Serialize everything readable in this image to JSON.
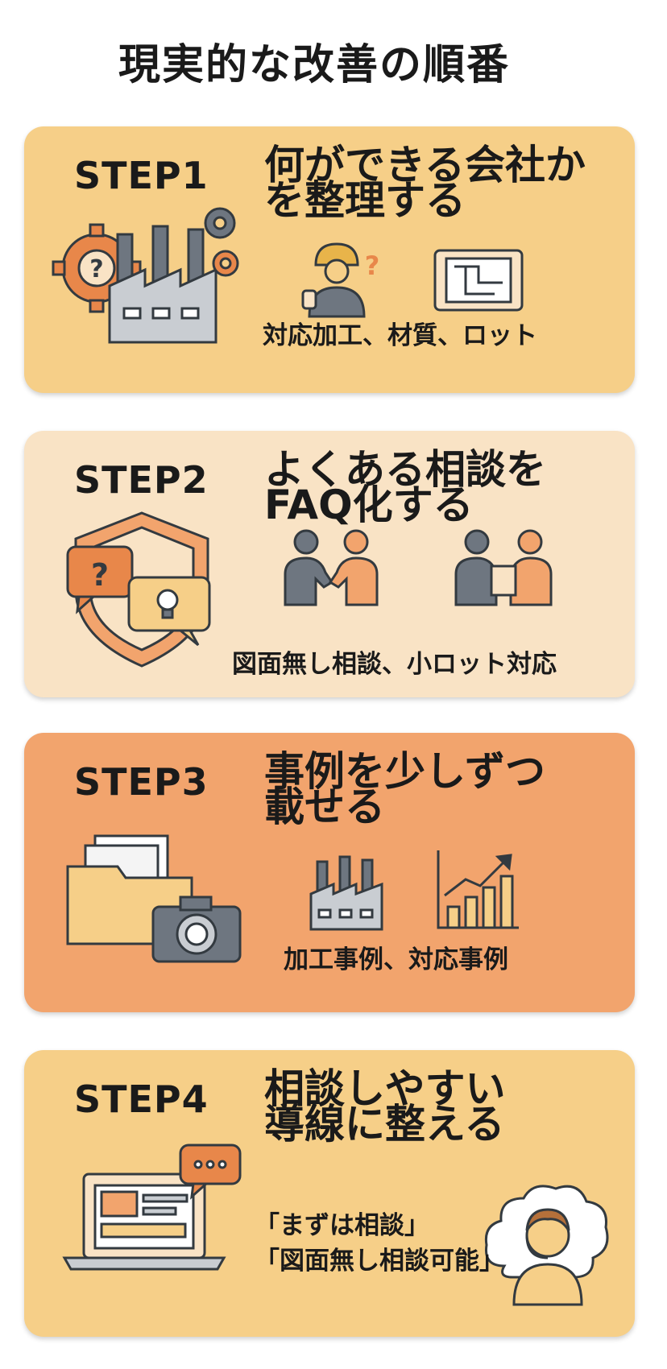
{
  "page_title": "現実的な改善の順番",
  "steps": [
    {
      "label": "STEP1",
      "title_line1": "何ができる会社か",
      "title_line2": "を整理する",
      "caption": "対応加工、材質、ロット",
      "icons": [
        "factory-gears-icon",
        "worker-question-icon",
        "blueprint-icon"
      ]
    },
    {
      "label": "STEP2",
      "title_line1": "よくある相談を",
      "title_line2": "FAQ化する",
      "caption": "図面無し相談、小ロット対応",
      "icons": [
        "shield-speech-icon",
        "handshake-icon",
        "document-handover-icon"
      ]
    },
    {
      "label": "STEP3",
      "title_line1": "事例を少しずつ",
      "title_line2": "載せる",
      "caption": "加工事例、対応事例",
      "icons": [
        "folder-icon",
        "camera-icon",
        "factory-icon",
        "growth-chart-icon"
      ]
    },
    {
      "label": "STEP4",
      "title_line1": "相談しやすい",
      "title_line2": "導線に整える",
      "caption_line1": "「まずは相談」",
      "caption_line2": "「図面無し相談可能」",
      "icons": [
        "laptop-chat-icon",
        "support-operator-icon"
      ]
    }
  ],
  "colors": {
    "card_gold": "#f6cf88",
    "card_cream": "#f9e3c5",
    "card_orange": "#f2a46d",
    "icon_orange": "#e8874a",
    "icon_gray": "#6e7680",
    "icon_outline": "#333a40"
  }
}
